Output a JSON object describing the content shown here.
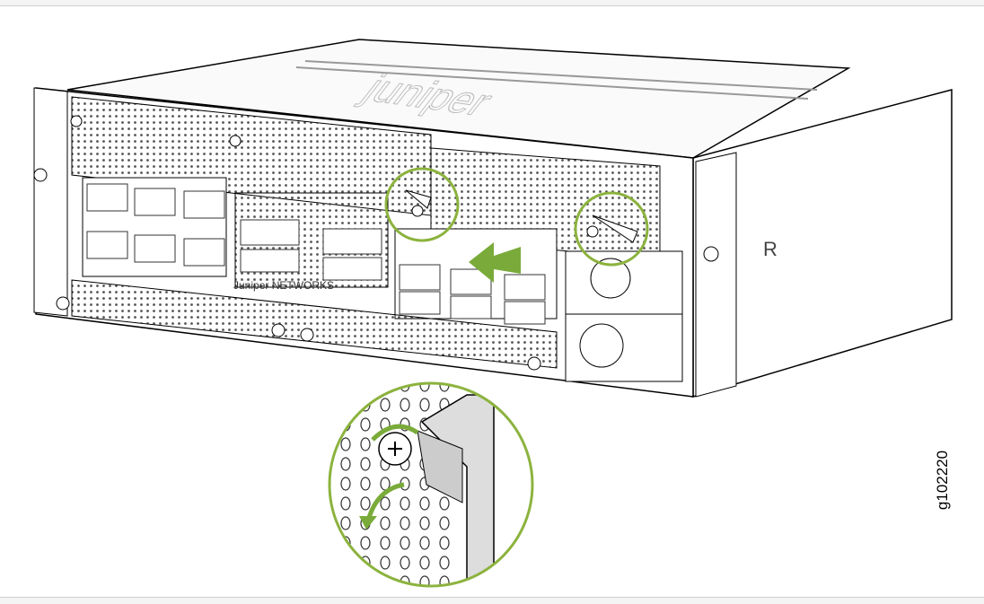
{
  "figure": {
    "id_label": "g102220",
    "brand_logo": "Juniper NETWORKS",
    "side_marking": "R",
    "accent_color": "#8cb33e",
    "arrow_color": "#7aab3a"
  }
}
